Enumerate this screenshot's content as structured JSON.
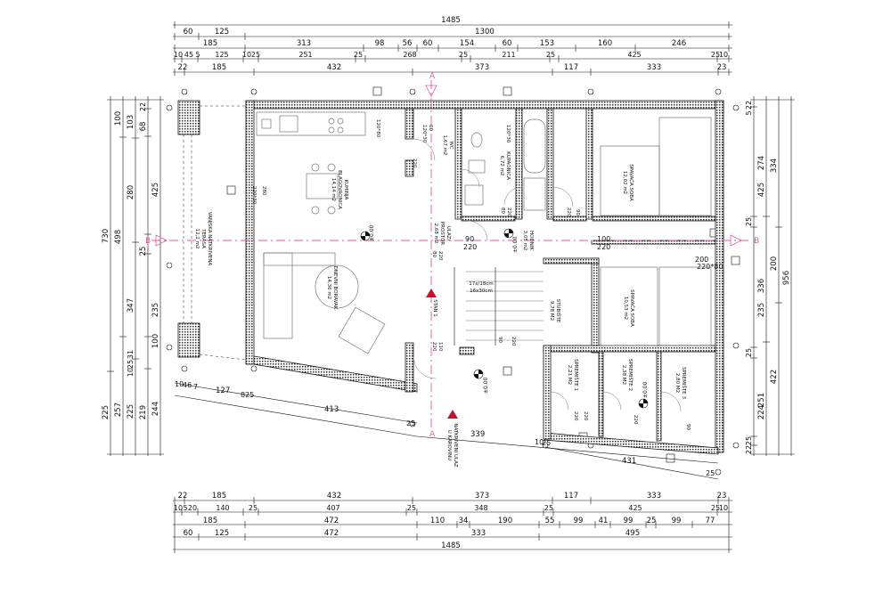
{
  "dims": {
    "top_total": "1485",
    "top_row2": [
      "60",
      "125",
      "1300"
    ],
    "top_row3": [
      "185",
      "313",
      "98",
      "56",
      "60",
      "154",
      "60",
      "153",
      "160",
      "246"
    ],
    "top_row4": [
      "10",
      "45",
      "5",
      "125",
      "10",
      "25",
      "251",
      "25",
      "268",
      "25",
      "211",
      "25",
      "425",
      "25",
      "10"
    ],
    "top_row5": [
      "22",
      "185",
      "432",
      "373",
      "117",
      "333",
      "23"
    ],
    "bottom_row1": [
      "22",
      "185",
      "432",
      "373",
      "117",
      "333",
      "23"
    ],
    "bottom_row2": [
      "10",
      "5",
      "20",
      "140",
      "25",
      "407",
      "25",
      "348",
      "25",
      "425",
      "25",
      "10"
    ],
    "bottom_row3": [
      "185",
      "472",
      "110",
      "34",
      "190",
      "55",
      "99",
      "41",
      "99",
      "25",
      "99",
      "77"
    ],
    "bottom_row4": [
      "60",
      "125",
      "472",
      "333",
      "495"
    ],
    "bottom_total": "1485",
    "left_col1": [
      "730",
      "225"
    ],
    "left_col2": [
      "100",
      "498",
      "257"
    ],
    "left_col3": [
      "103",
      "280",
      "347",
      "31",
      "25",
      "10"
    ],
    "left_col4": [
      "22",
      "68",
      "425",
      "25",
      "235",
      "100",
      "225",
      "219"
    ],
    "left_col5": [
      "225",
      "244"
    ],
    "right_col1": [
      "956"
    ],
    "right_col2": [
      "334",
      "200",
      "422"
    ],
    "right_col3": [
      "274",
      "336",
      "251"
    ],
    "right_col4": [
      "22",
      "5",
      "425",
      "25",
      "235",
      "25",
      "224",
      "25",
      "22"
    ],
    "slant": [
      "10",
      "46",
      "7",
      "127",
      "825",
      "413",
      "25",
      "339",
      "10",
      "25",
      "431",
      "25"
    ]
  },
  "rooms": {
    "terrace": [
      "VANJSKA NATKRIVENA",
      "TERASA",
      "12,2 m2"
    ],
    "kitchen": [
      "KUHINJA",
      "BLAGOVAONICA",
      "14,14 m2"
    ],
    "living": [
      "DNEVNI BORAVAK",
      "14,36 m2"
    ],
    "wc": [
      "WC",
      "1,67 m2"
    ],
    "bathroom": [
      "KUPAONICA",
      "6,72 m2"
    ],
    "entrance": [
      "ULAZ/",
      "PROSTOR",
      "2,68 m2"
    ],
    "hall": [
      "HODNIK",
      "3,05 m2"
    ],
    "bedroom1": [
      "SPAVAĆA SOBA",
      "12,02 m2"
    ],
    "bedroom2": [
      "SPAVAĆA SOBA",
      "10,53 m2"
    ],
    "stairs": [
      "STUBIŠTE",
      "9,78 M2"
    ],
    "storage1": [
      "SPREMIŠTE 1",
      "2,21 M2"
    ],
    "storage2": [
      "SPREMIŠTE 2",
      "2,38 M2"
    ],
    "storage3": [
      "SPREMIŠTE 3",
      "2,80 M2"
    ]
  },
  "labels": {
    "stair_spec": [
      "17x/18cm",
      "16x30cm"
    ],
    "stan": "STAN 1",
    "main_entrance": [
      "NATKRIVENI ULAZ",
      "U KAROVINU"
    ],
    "level": "±0.00",
    "section_a": "A",
    "section_b": "B",
    "openings": [
      "120*80",
      "220*30",
      "220",
      "280",
      "60",
      "120*30",
      "100",
      "220",
      "120*30",
      "80",
      "220",
      "90",
      "220",
      "80",
      "220",
      "90",
      "220",
      "100",
      "220",
      "200",
      "220*80",
      "100",
      "220",
      "110",
      "220",
      "90",
      "100",
      "220",
      "90",
      "120",
      "220",
      "220",
      "90",
      "220",
      "90"
    ]
  }
}
